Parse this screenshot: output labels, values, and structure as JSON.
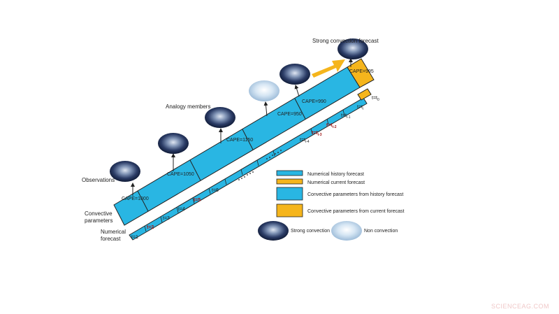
{
  "colors": {
    "history": "#29b6e3",
    "current": "#f5b51c",
    "arrow_big": "#f5b51c",
    "outline": "#222222",
    "red_label": "#a01818"
  },
  "labels": {
    "title": "Strong convection forecast",
    "analogy": "Analogy members",
    "observations": "Observations",
    "convective_l1": "Convective",
    "convective_l2": "parameters",
    "numerical_l1": "Numerical",
    "numerical_l2": "forecast"
  },
  "cape": [
    "CAPE=1000",
    "CAPE=1050",
    "CAPE=1150",
    "CAPE=950",
    "CAPE=990",
    "CAPE=995"
  ],
  "times": {
    "t1": "t=1",
    "t2": "t=2",
    "t3": "t=3",
    "t4": "t=4",
    "t5": "t=5",
    "t6": "t=6",
    "ti4": "t=t",
    "ti4_sub": "i-4",
    "ti3": "t=t",
    "ti3_sub": "i-3",
    "ti2": "t=t",
    "ti2_sub": "i-2",
    "ti1": "t=t",
    "ti1_sub": "i-1",
    "ti": "t=t",
    "ti_sub": "i",
    "t0": "t=t",
    "t0_sub": "0"
  },
  "legend": {
    "history_forecast": "Numerical history forecast",
    "current_forecast": "Numerical current forecast",
    "conv_history": "Convective parameters from history forecast",
    "conv_current": "Convective parameters from current forecast",
    "strong": "Strong convection",
    "non": "Non convection"
  },
  "watermark": "SCIENCEAG.COM"
}
